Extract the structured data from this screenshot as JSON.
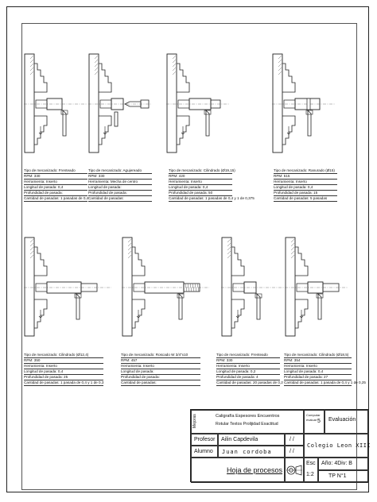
{
  "operations": [
    {
      "tipo": "Tipo de mecanizado: Frenteado",
      "rpm": "RPM: 330",
      "herramienta": "Herramienta: Inserto",
      "longitud": "Longitud de pasada: 0,4",
      "profundidad": "Profundidad de pasada:",
      "cantidad": "Cantidad de pasadas: 1 pasadas de 0,4"
    },
    {
      "tipo": "Tipo de mecanizado: Agujereado",
      "rpm": "RPM: 330",
      "herramienta": "Herramienta: Mecha de centro",
      "longitud": "Longitud de pasada:",
      "profundidad": "Profundidad de pasada:",
      "cantidad": "Cantidad de pasadas:"
    },
    {
      "tipo": "Tipo de mecanizado: Cilindrado (Ø19,15)",
      "rpm": "RPM: 420",
      "herramienta": "Herramienta: Inserto",
      "longitud": "Longitud de pasada: 0,4",
      "profundidad": "Profundidad de pasada: 50",
      "cantidad": "Cantidad de pasadas: 1 pasadas de 0,4 y 1 de 0,375"
    },
    {
      "tipo": "Tipo de mecanizado: Ranurado (Ø15)",
      "rpm": "RPM: 515",
      "herramienta": "Herramienta: Inserto",
      "longitud": "Longitud de pasada: 0,4",
      "profundidad": "Profundidad de pasada: 15",
      "cantidad": "Cantidad de pasadas: 5 pasadas"
    },
    {
      "tipo": "Tipo de mecanizado: Cilindrado (Ø12,4)",
      "rpm": "RPM: 350",
      "herramienta": "Herramienta: Inserto",
      "longitud": "Longitud de pasada: 0,4",
      "profundidad": "Profundidad de pasada: 25",
      "cantidad": "Cantidad de pasadas: 1 pasada de 0,4 y 1 de 0,3"
    },
    {
      "tipo": "Tipo de mecanizado: Roscado W 3/4\"x10",
      "rpm": "RPM: 457",
      "herramienta": "Herramienta: Inserto",
      "longitud": "Longitud de pasada:",
      "profundidad": "Profundidad de pasada:",
      "cantidad": "Cantidad de pasadas:"
    },
    {
      "tipo": "Tipo de mecanizado: Frenteado",
      "rpm": "RPM: 330",
      "herramienta": "Herramienta: Inserto",
      "longitud": "Longitud de pasada: 0,2",
      "profundidad": "Profundidad de pasada: 4",
      "cantidad": "Cantidad de pasadas: 20 pasadas de 0,2"
    },
    {
      "tipo": "Tipo de mecanizado: Cilindrado (Ø18,5)",
      "rpm": "RPM: 354",
      "herramienta": "Herramienta: Inserto",
      "longitud": "Longitud de pasada: 0,4",
      "profundidad": "Profundidad de pasada: 27",
      "cantidad": "Cantidad de pasadas: 1 pasada de 0,4 y 1 de 0,25"
    }
  ],
  "title_block": {
    "mejoras_label": "Mejoras",
    "mejoras_row1": "Caligrafía  Espesores  Encuentros",
    "mejoras_row2": "Rotular  Textos  Prolijidad  Exactitud",
    "computar_label": "Computar",
    "computar_sub": "evaluar",
    "computar_mark": "5",
    "evaluacion_label": "Evaluación",
    "profesor_label": "Profesor",
    "profesor_value": "Ailin Capdevila",
    "profesor_date": "/  /",
    "alumno_label": "Alumno",
    "alumno_value": "Juan cordoba",
    "alumno_date": "/  /",
    "school": "Colegio  Leon  XIII",
    "sheet_title": "Hoja de procesos",
    "esc_label": "Esc",
    "esc_value": "1:2",
    "anio": "Año: 4Div: B",
    "tp": "TP N°1"
  }
}
